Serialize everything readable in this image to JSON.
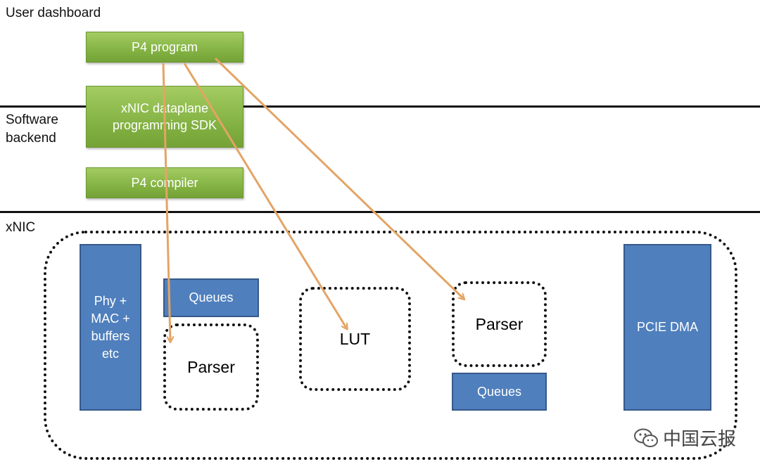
{
  "layers": {
    "user_dashboard": "User dashboard",
    "software_backend": "Software\nbackend",
    "xnic": "xNIC"
  },
  "boxes": {
    "p4_program": "P4 program",
    "sdk": "xNIC dataplane\nprogramming SDK",
    "p4_compiler": "P4 compiler",
    "phy_mac": "Phy +\nMAC +\nbuffers\netc",
    "queues_left": "Queues",
    "parser_left": "Parser",
    "lut": "LUT",
    "parser_right": "Parser",
    "queues_right": "Queues",
    "pcie_dma": "PCIE DMA"
  },
  "watermark": {
    "text": "中国云报"
  },
  "colors": {
    "green": "#84b344",
    "blue": "#4f7fbd",
    "arrow": "#e3a466"
  }
}
